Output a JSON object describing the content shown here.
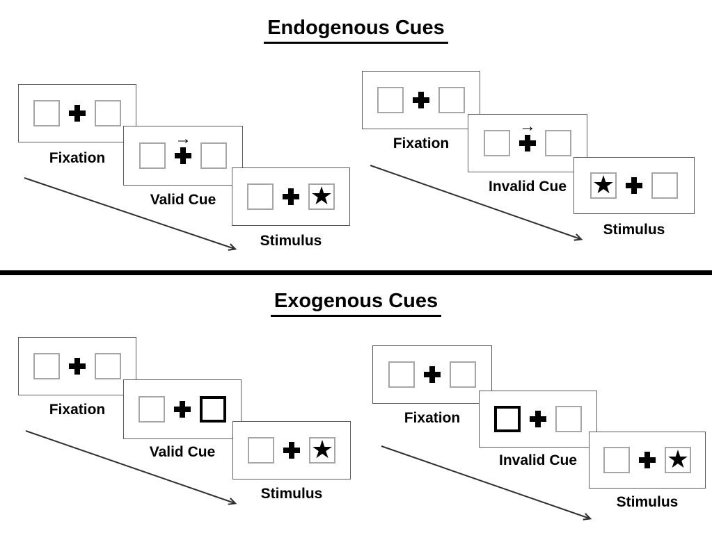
{
  "diagram": {
    "sections": [
      {
        "title": "Endogenous Cues",
        "trials": [
          {
            "name": "valid-trial",
            "fixation_label": "Fixation",
            "cue_label": "Valid Cue",
            "stimulus_label": "Stimulus",
            "cue_type": "central arrow above fixation cross pointing right",
            "stimulus_side": "right"
          },
          {
            "name": "invalid-trial",
            "fixation_label": "Fixation",
            "cue_label": "Invalid Cue",
            "stimulus_label": "Stimulus",
            "cue_type": "central arrow above fixation cross pointing right",
            "stimulus_side": "left"
          }
        ]
      },
      {
        "title": "Exogenous Cues",
        "trials": [
          {
            "name": "valid-trial",
            "fixation_label": "Fixation",
            "cue_label": "Valid Cue",
            "stimulus_label": "Stimulus",
            "cue_type": "right box highlighted with thick black border",
            "stimulus_side": "right"
          },
          {
            "name": "invalid-trial",
            "fixation_label": "Fixation",
            "cue_label": "Invalid Cue",
            "stimulus_label": "Stimulus",
            "cue_type": "left box highlighted with thick black border",
            "stimulus_side": "right"
          }
        ]
      }
    ],
    "glyphs": {
      "fixation_plus": "+",
      "star": "★",
      "cue_arrow": "→"
    },
    "colors": {
      "ink": "#000000",
      "panel_border": "#595959",
      "box_border": "#a6a6a6",
      "highlight_border": "#000000",
      "arrow_line": "#303030",
      "background": "#ffffff"
    }
  }
}
